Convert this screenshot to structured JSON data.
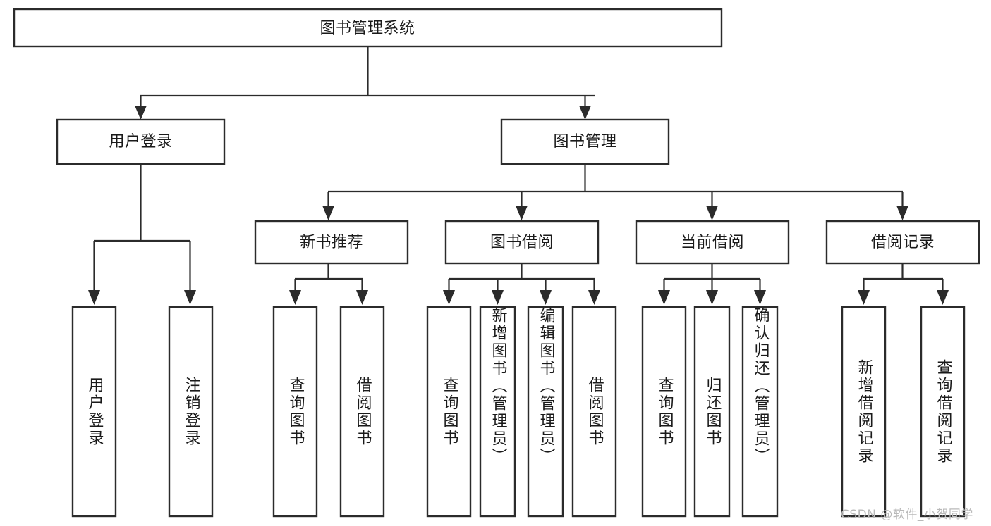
{
  "diagram": {
    "title_node": {
      "label": "图书管理系统"
    },
    "level2": [
      {
        "id": "user-login",
        "label": "用户登录"
      },
      {
        "id": "book-management",
        "label": "图书管理"
      }
    ],
    "level3": [
      {
        "id": "new-book-recommend",
        "label": "新书推荐"
      },
      {
        "id": "book-borrow",
        "label": "图书借阅"
      },
      {
        "id": "current-borrow",
        "label": "当前借阅"
      },
      {
        "id": "borrow-record",
        "label": "借阅记录"
      }
    ],
    "leaves": [
      {
        "id": "leaf-user-login",
        "label": "用户登录",
        "parent": "user-login"
      },
      {
        "id": "leaf-logout-login",
        "label": "注销登录",
        "parent": "user-login"
      },
      {
        "id": "leaf-query-book-1",
        "label": "查询图书",
        "parent": "new-book-recommend"
      },
      {
        "id": "leaf-borrow-book-1",
        "label": "借阅图书",
        "parent": "new-book-recommend"
      },
      {
        "id": "leaf-query-book-2",
        "label": "查询图书",
        "parent": "book-borrow"
      },
      {
        "id": "leaf-add-book",
        "label": "新增图书（管理员）",
        "parent": "book-borrow"
      },
      {
        "id": "leaf-edit-book",
        "label": "编辑图书（管理员）",
        "parent": "book-borrow"
      },
      {
        "id": "leaf-borrow-book-2",
        "label": "借阅图书",
        "parent": "book-borrow"
      },
      {
        "id": "leaf-query-book-3",
        "label": "查询图书",
        "parent": "current-borrow"
      },
      {
        "id": "leaf-return-book",
        "label": "归还图书",
        "parent": "current-borrow"
      },
      {
        "id": "leaf-confirm-return",
        "label": "确认归还（管理员）",
        "parent": "current-borrow"
      },
      {
        "id": "leaf-add-record",
        "label": "新增借阅记录",
        "parent": "borrow-record"
      },
      {
        "id": "leaf-query-record",
        "label": "查询借阅记录",
        "parent": "borrow-record"
      }
    ]
  },
  "watermark": {
    "text": "CSDN @软件_小贺同学"
  },
  "colors": {
    "stroke": "#2b2b2b",
    "fill": "#ffffff",
    "text": "#1a1a1a",
    "watermark": "#b9b9b9"
  }
}
